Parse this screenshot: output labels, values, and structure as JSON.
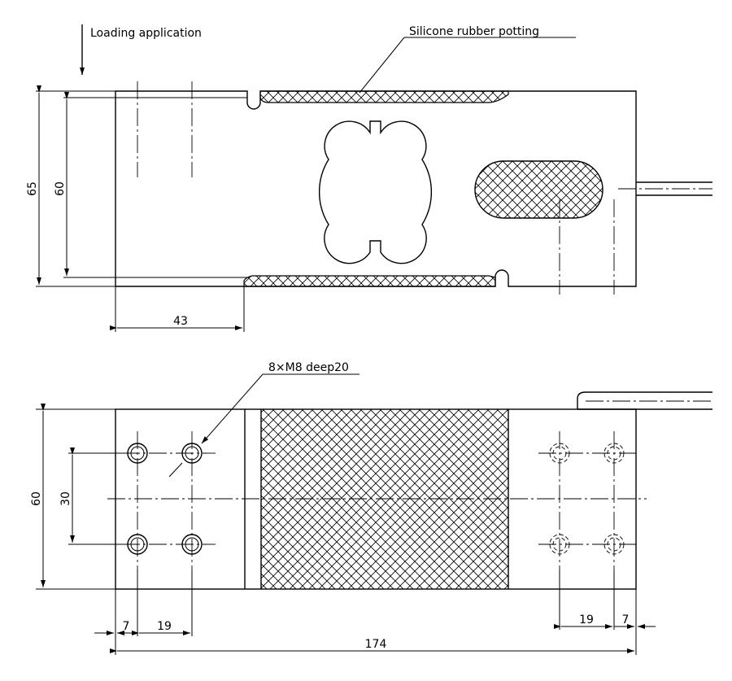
{
  "annotations": {
    "loading": "Loading application",
    "potting": "Silicone rubber potting",
    "holes": "8×M8 deep20"
  },
  "top_view": {
    "dim_height_outer": "65",
    "dim_height_inner": "60",
    "dim_offset": "43"
  },
  "bottom_view": {
    "dim_width": "60",
    "dim_hole_spacing": "30",
    "dim_edge_left": "7",
    "dim_pitch_left": "19",
    "dim_pitch_right": "19",
    "dim_edge_right": "7",
    "dim_length": "174"
  }
}
